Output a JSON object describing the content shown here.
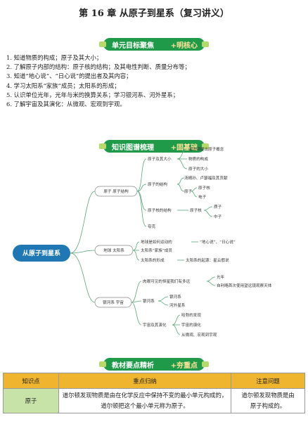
{
  "title": "第 16 章  从原子到星系（复习讲义）",
  "banners": {
    "goals": {
      "main": "单元目标聚焦",
      "accent": "+明核心"
    },
    "map": {
      "main": "知识图谱梳理",
      "accent": "+固基础"
    },
    "points": {
      "main": "教材要点精析",
      "accent": "+夯重点"
    }
  },
  "objectives": [
    "1.  知道物质的构成；原子及其大小；",
    "2.  了解原子内部的结构：原子核的结构；及其电性判断、质量分布等；",
    "3.  知道“地心说”、“日心说”的提出者及其内容；",
    "4.  学习太阳系“家族”成员；太阳系的形成；",
    "5.  认识单位光年，光年与米的换算关系；学习银河系、河外星系；",
    "6.  了解宇宙及其演化：从微观、宏观到宇观。"
  ],
  "mindmap": {
    "center": "从原子到星系",
    "branches": [
      {
        "label": "原子 原子结构",
        "children": [
          "原子及其大小",
          "原子的结构",
          "原子核的结构",
          "夸克"
        ]
      },
      {
        "label": "地球 太阳系",
        "children": [
          "地球是如何运动的",
          "太阳系“家族”成员",
          "太阳系的形成"
        ]
      },
      {
        "label": "银河系 宇宙",
        "children": [
          "肉眼可见的恒星我们有多远",
          "银河系",
          "宇宙及其演化"
        ]
      }
    ],
    "atom_size": [
      "道尔顿提出原子概念",
      "物质的构成",
      "原子的大小"
    ],
    "atom_structure": [
      "汤姆孙、卢瑟福及其贡献",
      "原子"
    ],
    "atom_parts": [
      "原子核",
      "电子"
    ],
    "nucleus_node": "原子核",
    "nucleus_parts": [
      "质子",
      "中子"
    ],
    "earth_motion": [
      "“地心说”、“日心说”"
    ],
    "solar_formation": [
      "太阳系的起源：星云假说"
    ],
    "stars": [
      "光年",
      "自利略首次使用望远镜观察天体"
    ],
    "galaxy": [
      "银河系",
      "河外星系"
    ],
    "universe": [
      "哈勃的发现",
      "宇宙的演化",
      "从微观、宏观到宇观"
    ]
  },
  "table": {
    "headers": [
      "知识点",
      "重点归纳",
      "注意问题"
    ],
    "rows": [
      {
        "point": "原子",
        "focus": [
          "道尔顿发现物质是由在化学反应中保持不变的最小单元构成的，",
          "道尔顿把这个最小单元称为原子。"
        ],
        "note": [
          "道尔顿发现物质是由",
          "原子构成的。"
        ]
      }
    ]
  },
  "colors": {
    "banner": "#1f9a49",
    "accent": "#ffe49a",
    "center": "#1f78b4",
    "header": "#f0b52e",
    "kp": "#c8e3a8"
  }
}
